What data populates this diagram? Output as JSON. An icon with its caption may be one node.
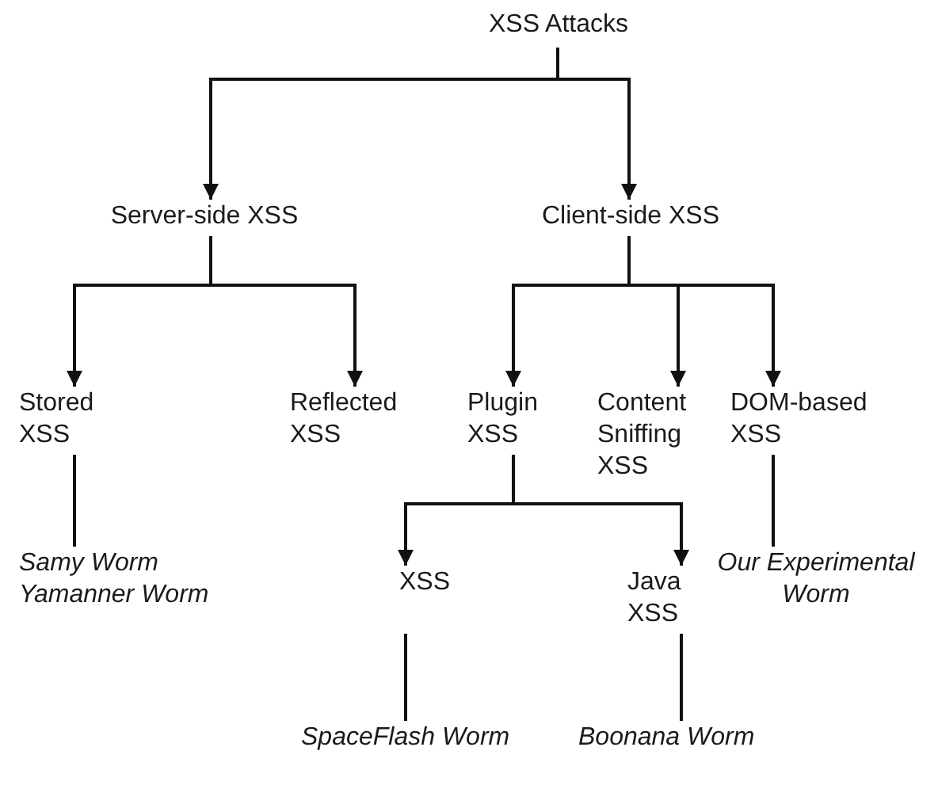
{
  "diagram": {
    "nodes": [
      {
        "text": [
          "XSS Attacks"
        ]
      },
      {
        "text": [
          "Server-side XSS"
        ]
      },
      {
        "text": [
          "Client-side XSS"
        ]
      },
      {
        "text": [
          "Stored XSS"
        ]
      },
      {
        "text": [
          "Reflected XSS"
        ]
      },
      {
        "text": [
          "Plugin XSS"
        ]
      },
      {
        "text": [
          "Content Sniffing XSS"
        ]
      },
      {
        "text": [
          "DOM-based XSS"
        ]
      },
      {
        "text": [
          "XSS"
        ]
      },
      {
        "text": [
          "Java XSS"
        ]
      },
      {
        "text": [
          "Samy Worm",
          "Yamanner Worm"
        ]
      },
      {
        "text": [
          "Our Experimental Worm"
        ]
      },
      {
        "text": [
          "SpaceFlash Worm"
        ]
      },
      {
        "text": [
          "Boonana Worm"
        ]
      }
    ],
    "edges": [
      {
        "from": 0,
        "to": 1,
        "arrow": "to"
      },
      {
        "from": 0,
        "to": 2,
        "arrow": "to"
      },
      {
        "from": 1,
        "to": 3,
        "arrow": "to"
      },
      {
        "from": 1,
        "to": 4,
        "arrow": "to"
      },
      {
        "from": 2,
        "to": 5,
        "arrow": "to"
      },
      {
        "from": 2,
        "to": 6,
        "arrow": "to"
      },
      {
        "from": 2,
        "to": 7,
        "arrow": "to"
      },
      {
        "from": 5,
        "to": 8,
        "arrow": "to"
      },
      {
        "from": 5,
        "to": 9,
        "arrow": "to"
      },
      {
        "from": 3,
        "to": 10,
        "arrow": "none"
      },
      {
        "from": 7,
        "to": 11,
        "arrow": "none"
      },
      {
        "from": 8,
        "to": 12,
        "arrow": "none"
      },
      {
        "from": 9,
        "to": 13,
        "arrow": "none"
      }
    ]
  }
}
